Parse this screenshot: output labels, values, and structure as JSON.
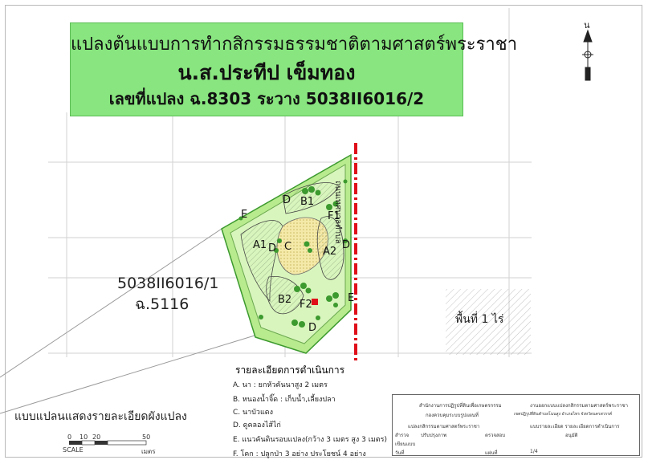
{
  "title": {
    "line1": "แปลงต้นแบบการทำกสิกรรมธรรมชาติตามศาสตร์พระราชา",
    "line2": "น.ส.ประทีป  เข็มทอง",
    "line3": "เลขที่แปลง ฉ.8303 ระวาง 5038II6016/2"
  },
  "map": {
    "north_label": "น",
    "road_label": "ถนนเทศบาลตำบล",
    "parcel_left_line1": "5038II6016/1",
    "parcel_left_line2": "ฉ.5116",
    "area_reference": "พื้นที่ 1 ไร่",
    "zones": {
      "a1": "A1",
      "a2": "A2",
      "b1": "B1",
      "b2": "B2",
      "c": "C",
      "d_top": "D",
      "d_a1": "D",
      "d_right": "D",
      "d_bottom": "D",
      "e_left": "E",
      "e_right": "E",
      "f1": "F1",
      "f2": "F2"
    }
  },
  "legend": {
    "title": "รายละเอียดการดำเนินการ",
    "items": [
      "A. นา : ยกหัวคันนาสูง 2 เมตร",
      "B. หนองน้ำจิ๊ด : เก็บน้ำ,เลี้ยงปลา",
      "C. นาบัวแดง",
      "D. ดูคลองไส้ไก่",
      "E. แนวคันดินรอบแปลง(กว้าง 3 เมตร สูง 3 เมตร)",
      "F. โคก : ปลูกป่า 3 อย่าง ประโยชน์ 4 อย่าง"
    ]
  },
  "plan_title": "แบบแปลนแสดงรายละเอียดผังแปลง",
  "scale": {
    "ticks": [
      "0",
      "10",
      "20",
      "50"
    ],
    "label": "SCALE",
    "unit": "เมตร"
  },
  "title_block": {
    "agency": "สำนักงานการปฏิรูปที่ดินเพื่อเกษตรกรรม",
    "agency_sub": "กองควบคุมระบบรูปแผนที่",
    "project": "งานออกแบบแปลงกสิกรรมตามศาสตร์พระราชา",
    "project_sub": "เขตปฏิรูปที่ดินตำบลโนนสูง อำเภอไทร จังหวัดนครสวรรค์",
    "row_a": "แปลงกสิกรรมตามศาสตร์พระราชา",
    "row_b": "แบบรายละเอียด รายละเอียดการดำเนินการ",
    "cell1": "สำรวจ",
    "cell2": "ปรับปรุงภาพ",
    "cell3": "ตรวจสอบ",
    "cell4": "เขียนแบบ",
    "cell5": "อนุมัติ",
    "cell6": "วันที่",
    "cell7": "แผ่นที่",
    "cell8": "1/4"
  },
  "colors": {
    "title_fill": "#88e57f",
    "parcel_fill": "#b8ea8e",
    "tree_green": "#3c9a2e",
    "road_red": "#e0101a",
    "grid_gray": "#d2d2d2"
  }
}
